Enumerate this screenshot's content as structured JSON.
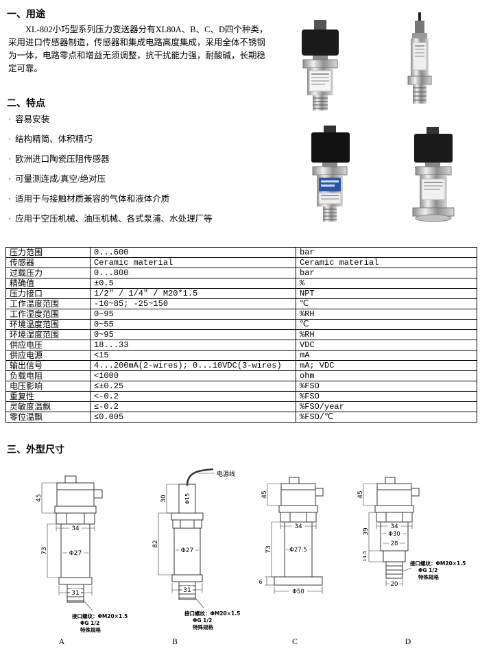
{
  "sections": {
    "usage": {
      "heading": "一、用途",
      "body": "XL-802小巧型系列压力变送器分有XL80A、B、C、D四个种类，采用进口传感器制造，传感器和集成电路高度集成，采用全体不锈钢为一体，电路零点和增益无须调整，抗干扰能力强，耐酸碱，长期稳定可靠。"
    },
    "features": {
      "heading": "二、特点",
      "bullet_char": "·",
      "items": [
        "容易安装",
        "结构精简、体积精巧",
        "欧洲进口陶瓷压阻传感器",
        "可量测连成/真空/绝对压",
        "适用于与接触材质兼容的气体和液体介质",
        "应用于空压机械、油压机械、各式泵浦、水处理厂等"
      ]
    },
    "dimensions": {
      "heading": "三、外型尺寸"
    }
  },
  "spec_table": {
    "rows": [
      {
        "label": "压力范围",
        "value": "0...600",
        "unit": "bar"
      },
      {
        "label": "传感器",
        "value": "Ceramic material",
        "unit": "Ceramic material"
      },
      {
        "label": "过载压力",
        "value": "0...800",
        "unit": "bar"
      },
      {
        "label": "精确值",
        "value": "±0.5",
        "unit": "%"
      },
      {
        "label": "压力接口",
        "value": "1/2\" / 1/4\"  / M20*1.5",
        "unit": "NPT"
      },
      {
        "label": "工作温度范围",
        "value": "-10~85; -25~150",
        "unit": "℃"
      },
      {
        "label": "工作湿度范围",
        "value": "0~95",
        "unit": "%RH"
      },
      {
        "label": "环境温度范围",
        "value": "0~55",
        "unit": "℃"
      },
      {
        "label": "环境湿度范围",
        "value": "0~95",
        "unit": "%RH"
      },
      {
        "label": "供应电压",
        "value": "18...33",
        "unit": "VDC"
      },
      {
        "label": "供应电源",
        "value": "<15",
        "unit": "mA"
      },
      {
        "label": "输出信号",
        "value": "4...200mA(2-wires); 0...10VDC(3-wires)",
        "unit": "mA; VDC"
      },
      {
        "label": "负载电阻",
        "value": "<1000",
        "unit": "ohm"
      },
      {
        "label": "电压影响",
        "value": "≤±0.25",
        "unit": "%FSO"
      },
      {
        "label": "重复性",
        "value": "<-0.2",
        "unit": "%FSO"
      },
      {
        "label": "灵敏度温飘",
        "value": "≤-0.2",
        "unit": "%FSO/year"
      },
      {
        "label": "零位温飘",
        "value": "≤0.005",
        "unit": "%FSO/℃"
      }
    ]
  },
  "drawings": {
    "note_line1": "接口螺纹：ΦM20×1.5",
    "note_line2": "ΦG 1/2",
    "note_line3": "特殊规格",
    "a": {
      "label": "A",
      "h_top": "45",
      "w_hex": "34",
      "h_body": "73",
      "dia": "Φ27",
      "w_bottom": "31"
    },
    "b": {
      "label": "B",
      "cable_label": "电源线",
      "dia_top": "Φ15",
      "h_top": "30",
      "h_body": "82",
      "dia": "Φ27",
      "w_bottom": "31"
    },
    "c": {
      "label": "C",
      "h_top": "45",
      "w_hex": "34",
      "h_body": "73",
      "dia": "Φ27.5",
      "flange_h": "6",
      "flange_dia": "Φ50"
    },
    "d": {
      "label": "D",
      "h_top": "45",
      "w_hex": "34",
      "dia": "Φ30",
      "w_inner": "28",
      "h_body": "39",
      "h_lower": "14.5",
      "w_thread": "20"
    }
  }
}
